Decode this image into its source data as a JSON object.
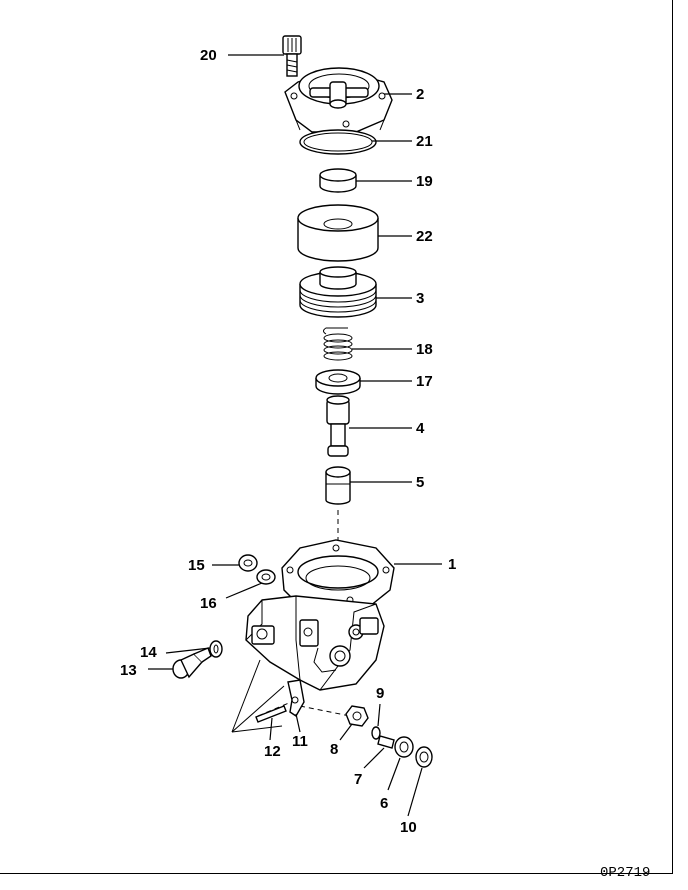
{
  "callouts": {
    "c1": "1",
    "c2": "2",
    "c3": "3",
    "c4": "4",
    "c5": "5",
    "c6": "6",
    "c7": "7",
    "c8": "8",
    "c9": "9",
    "c10": "10",
    "c11": "11",
    "c12": "12",
    "c13": "13",
    "c14": "14",
    "c15": "15",
    "c16": "16",
    "c17": "17",
    "c18": "18",
    "c19": "19",
    "c20": "20",
    "c21": "21",
    "c22": "22"
  },
  "drawing_id": "0P2719"
}
